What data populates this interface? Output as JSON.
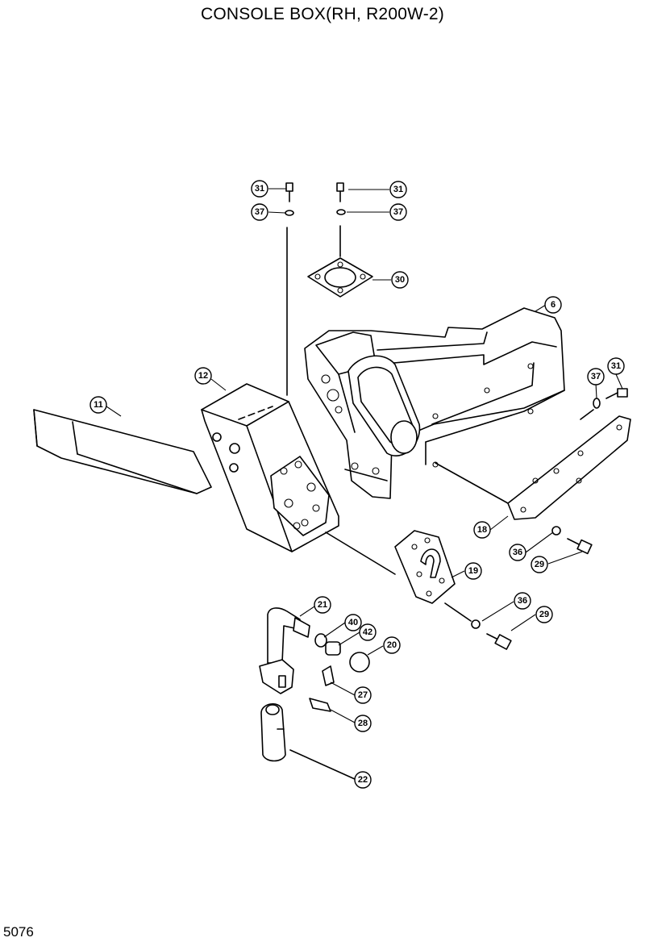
{
  "title": "CONSOLE BOX(RH, R200W-2)",
  "page_number": "5076",
  "callouts": [
    {
      "id": "c-31a",
      "label": "31"
    },
    {
      "id": "c-37a",
      "label": "37"
    },
    {
      "id": "c-31b",
      "label": "31"
    },
    {
      "id": "c-37b",
      "label": "37"
    },
    {
      "id": "c-30",
      "label": "30"
    },
    {
      "id": "c-6",
      "label": "6"
    },
    {
      "id": "c-12",
      "label": "12"
    },
    {
      "id": "c-11",
      "label": "11"
    },
    {
      "id": "c-37c",
      "label": "37"
    },
    {
      "id": "c-31c",
      "label": "31"
    },
    {
      "id": "c-18",
      "label": "18"
    },
    {
      "id": "c-36a",
      "label": "36"
    },
    {
      "id": "c-29a",
      "label": "29"
    },
    {
      "id": "c-19",
      "label": "19"
    },
    {
      "id": "c-21",
      "label": "21"
    },
    {
      "id": "c-40",
      "label": "40"
    },
    {
      "id": "c-42",
      "label": "42"
    },
    {
      "id": "c-20",
      "label": "20"
    },
    {
      "id": "c-36b",
      "label": "36"
    },
    {
      "id": "c-29b",
      "label": "29"
    },
    {
      "id": "c-27",
      "label": "27"
    },
    {
      "id": "c-28",
      "label": "28"
    },
    {
      "id": "c-22",
      "label": "22"
    }
  ]
}
